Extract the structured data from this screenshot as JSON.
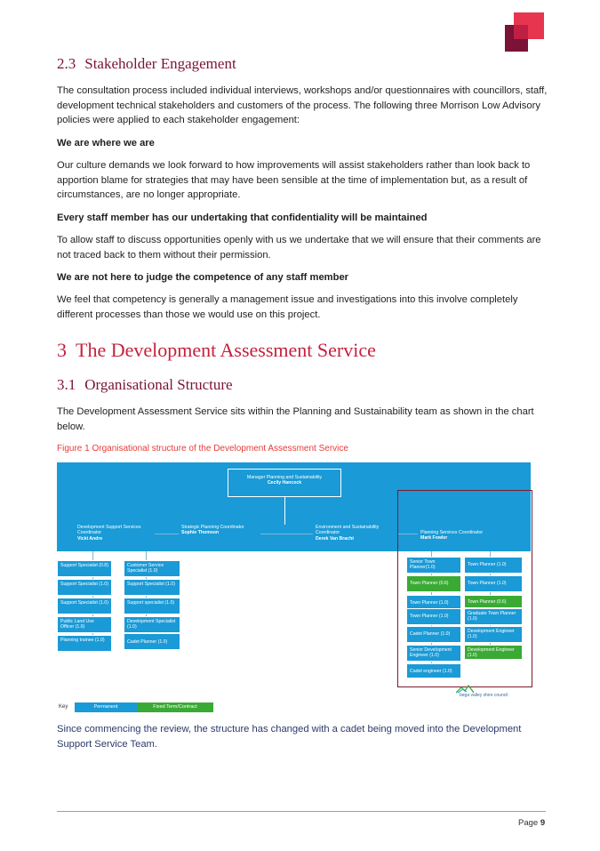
{
  "section_2_3": {
    "number": "2.3",
    "title": "Stakeholder Engagement",
    "intro": "The consultation process included individual interviews, workshops and/or questionnaires with councillors, staff, development technical stakeholders and customers of the process. The following three Morrison Low Advisory policies were applied to each stakeholder engagement:",
    "policies": [
      {
        "heading": "We are where we are",
        "body": "Our culture demands we look forward to how improvements will assist stakeholders rather than look back to apportion blame for strategies that may have been sensible at the time of implementation but, as a result of circumstances, are no longer appropriate."
      },
      {
        "heading": "Every staff member has our undertaking that confidentiality will be maintained",
        "body": "To allow staff to discuss opportunities openly with us we undertake that we will ensure that their comments are not traced back to them without their permission."
      },
      {
        "heading": "We are not here to judge the competence of any staff member",
        "body": "We feel that competency is generally a management issue and investigations into this involve completely different processes than those we would use on this project."
      }
    ]
  },
  "section_3": {
    "number": "3",
    "title": "The Development Assessment Service"
  },
  "section_3_1": {
    "number": "3.1",
    "title": "Organisational Structure",
    "body": "The Development Assessment Service sits within the Planning and Sustainability team as shown in the chart below."
  },
  "figure_caption": "Figure 1 Organisational structure of the Development Assessment Service",
  "org_chart": {
    "manager": {
      "title": "Manager Planning and Sustainability",
      "name": "Cecily Hancock"
    },
    "coordinators": [
      {
        "title": "Development Support Services Coordinator",
        "name": "Vicki Andre"
      },
      {
        "title": "Strategic Planning Coordinator",
        "name": "Sophie Thomson"
      },
      {
        "title": "Environment and Sustainability Coordinator",
        "name": "Derek Van Bracht"
      },
      {
        "title": "Planning Services Coordinator",
        "name": "Mark Fowler"
      }
    ],
    "dss_col1": [
      "Support Specialist (0.8)",
      "Support Specialist (1.0)",
      "Support Specialist (1.0)",
      "Public Land Use Officer (1.0)",
      "Planning trainee (1.0)"
    ],
    "dss_col2": [
      "Customer Service Specialist (1.0)",
      "Support Specialist (1.0)",
      "Support specialist (1.0)",
      "Development Specialist (1.0)",
      "Cadet Planner (1.0)"
    ],
    "ps_col1": [
      {
        "label": "Senior Town Planner(1.0)",
        "type": "permanent"
      },
      {
        "label": "Town Planner (0.6)",
        "type": "fixed"
      },
      {
        "label": "Town Planner (1.0)",
        "type": "permanent"
      },
      {
        "label": "Town Planner (1.0)",
        "type": "permanent"
      },
      {
        "label": "Cadet Planner (1.0)",
        "type": "permanent"
      },
      {
        "label": "Senior Development Engineer (1.0)",
        "type": "permanent"
      },
      {
        "label": "Cadet engineer (1.0)",
        "type": "permanent"
      }
    ],
    "ps_col2": [
      {
        "label": "Town Planner (1.0)",
        "type": "permanent"
      },
      {
        "label": "Town Planner (1.0)",
        "type": "permanent"
      },
      {
        "label": "Town Planner (0.6)",
        "type": "fixed"
      },
      {
        "label": "Graduate Town Planner (1.0)",
        "type": "permanent"
      },
      {
        "label": "Development Engineer (1.0)",
        "type": "permanent"
      },
      {
        "label": "Development Engineer (1.0)",
        "type": "fixed"
      }
    ],
    "council_logo": "bega valley shire council",
    "key": {
      "label": "Key",
      "permanent": "Permanent",
      "fixed": "Fixed Term/Contract"
    },
    "colors": {
      "permanent": "#1a9ad6",
      "fixed": "#3aaa35",
      "frame": "#7a1a2b"
    }
  },
  "after_text": "Since commencing the review, the structure has changed with a cadet being moved into the Development Support Service Team.",
  "footer": {
    "page_label": "Page",
    "page_number": "9"
  }
}
